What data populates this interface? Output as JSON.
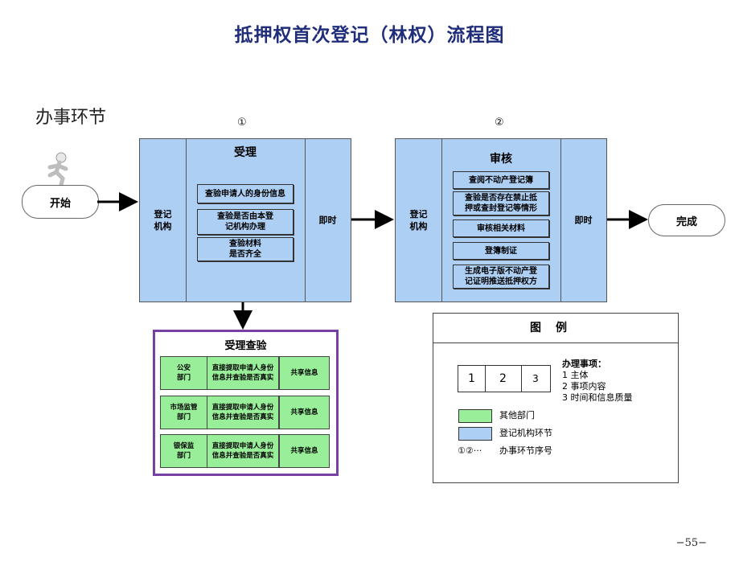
{
  "title": "抵押权首次登记（林权）流程图",
  "section_label": "办事环节",
  "start": "开始",
  "end": "完成",
  "stages": [
    {
      "step": "①",
      "actor": "登记\n机构",
      "title": "受理",
      "tasks": [
        "查验申请人的身份信息",
        "查验是否由本登\n记机构办理",
        "查验材料\n是否齐全"
      ],
      "timing": "即时"
    },
    {
      "step": "②",
      "actor": "登记\n机构",
      "title": "审核",
      "tasks": [
        "查阅不动产登记簿",
        "查验是否存在禁止抵\n押或查封登记等情形",
        "审核相关材料",
        "登簿制证",
        "生成电子版不动产登\n记证明推送抵押权方"
      ],
      "timing": "即时"
    }
  ],
  "verification": {
    "title": "受理查验",
    "rows": [
      {
        "dept": "公安\n部门",
        "content": "直接提取申请人身份\n信息并查验是否真实",
        "result": "共享信息"
      },
      {
        "dept": "市场监管\n部门",
        "content": "直接提取申请人身份\n信息并查验是否真实",
        "result": "共享信息"
      },
      {
        "dept": "银保监\n部门",
        "content": "直接提取申请人身份\n信息并查验是否真实",
        "result": "共享信息"
      }
    ]
  },
  "legend": {
    "title": "图例",
    "cells": [
      "1",
      "2",
      "3"
    ],
    "heading": "办理事项：",
    "items": [
      "1 主体",
      "2 事项内容",
      "3 时间和信息质量"
    ],
    "other_dept": "其他部门",
    "registry_step": "登记机构环节",
    "seq_symbol": "①②···",
    "seq_label": "办事环节序号",
    "colors": {
      "other_dept": "#99ee99",
      "registry_step": "#aecff4"
    }
  },
  "page_number": "−55−"
}
